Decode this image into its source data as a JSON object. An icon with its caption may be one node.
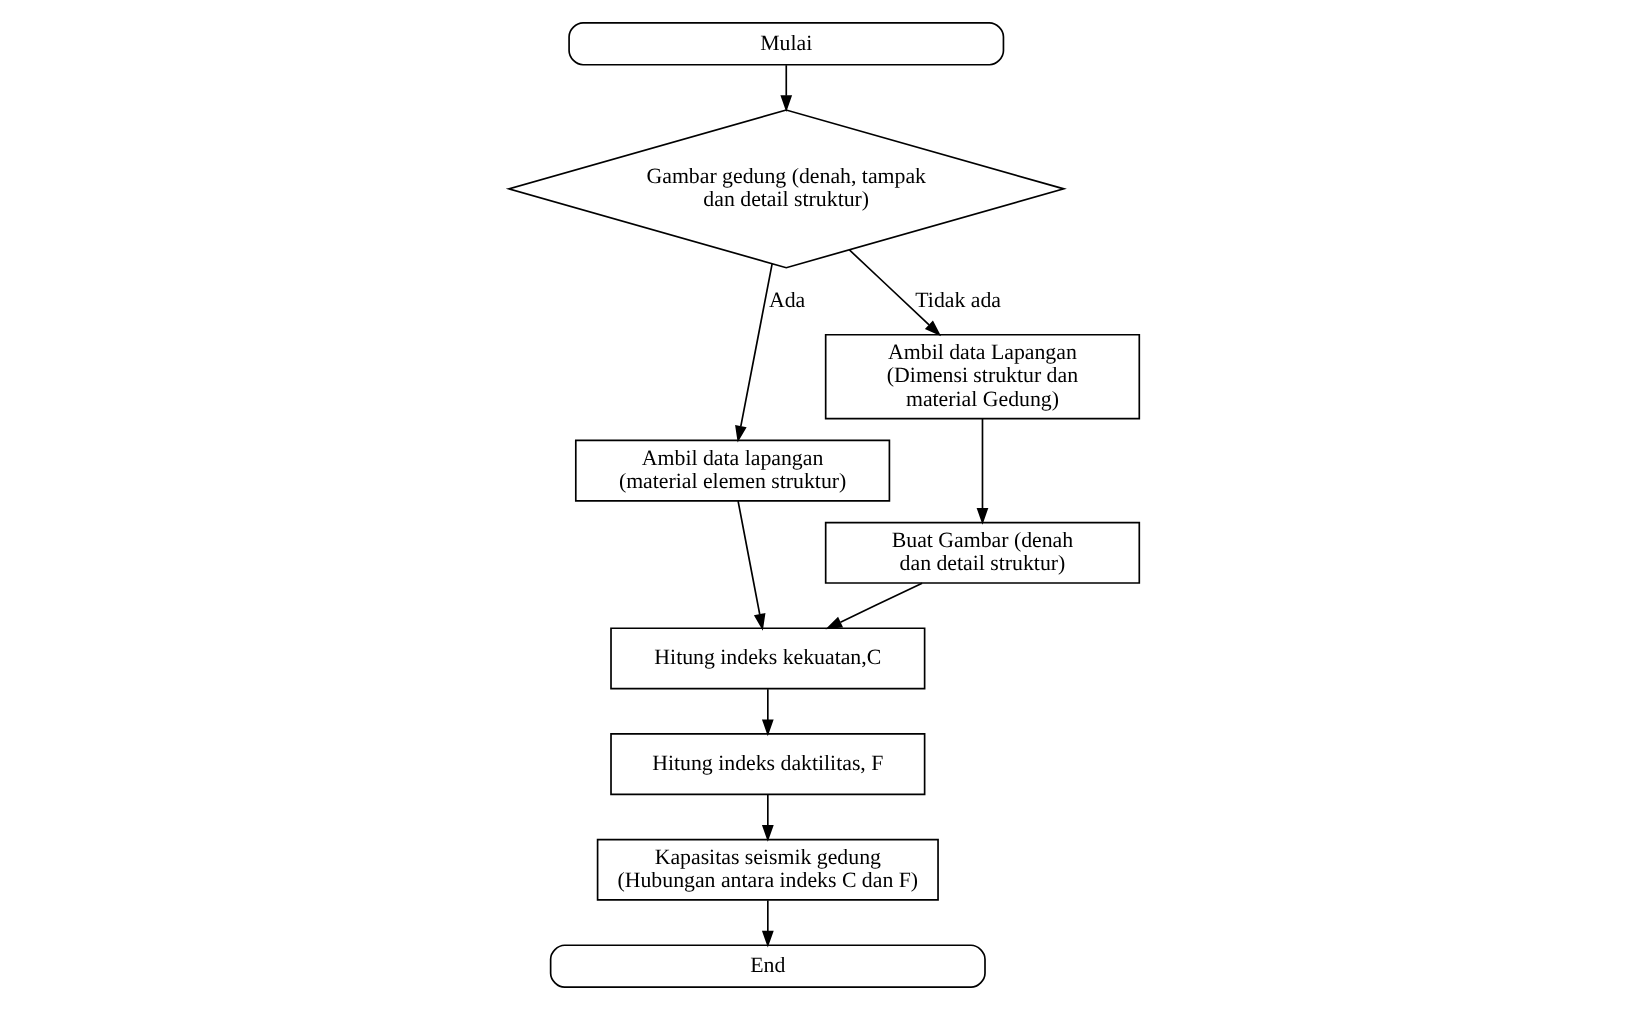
{
  "diagram": {
    "nodes": [
      {
        "text": [
          "Mulai"
        ]
      },
      {
        "text": [
          "Gambar gedung (denah, tampak dan detail struktur)"
        ]
      },
      {
        "text": [
          "Ambil data lapangan (material elemen struktur)"
        ]
      },
      {
        "text": [
          "Ambil data Lapangan (Dimensi struktur dan material Gedung)"
        ]
      },
      {
        "text": [
          "Buat Gambar (denah dan detail struktur)"
        ]
      },
      {
        "text": [
          "Hitung indeks kekuatan,C"
        ]
      },
      {
        "text": [
          "Hitung indeks daktilitas, F"
        ]
      },
      {
        "text": [
          "Kapasitas seismik gedung (Hubungan antara indeks C dan F)"
        ]
      },
      {
        "text": [
          "End"
        ]
      }
    ],
    "edges": [
      {
        "from": 0,
        "to": 1,
        "arrow": "to"
      },
      {
        "from": 1,
        "to": 2,
        "arrow": "to",
        "label": "Ada"
      },
      {
        "from": 1,
        "to": 3,
        "arrow": "to",
        "label": "Tidak ada"
      },
      {
        "from": 3,
        "to": 4,
        "arrow": "to"
      },
      {
        "from": 2,
        "to": 5,
        "arrow": "to"
      },
      {
        "from": 4,
        "to": 5,
        "arrow": "to"
      },
      {
        "from": 5,
        "to": 6,
        "arrow": "to"
      },
      {
        "from": 6,
        "to": 7,
        "arrow": "to"
      },
      {
        "from": 7,
        "to": 8,
        "arrow": "to"
      }
    ]
  }
}
